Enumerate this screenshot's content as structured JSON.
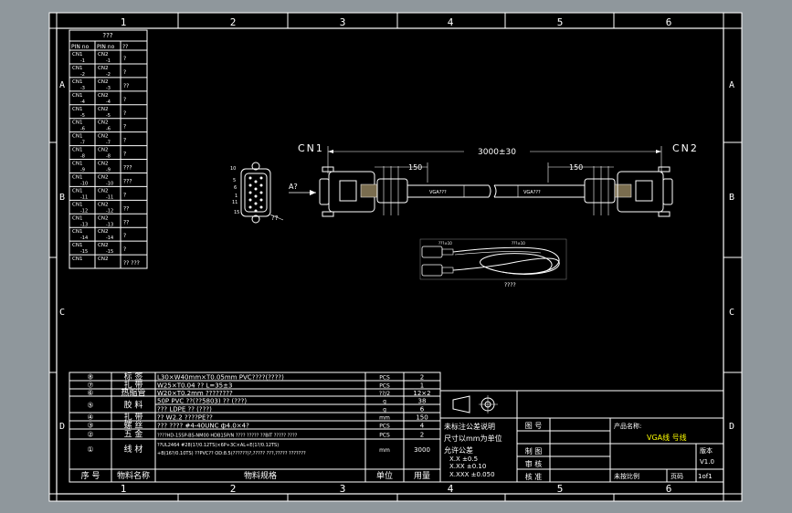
{
  "zone_labels": {
    "columns": [
      "1",
      "2",
      "3",
      "4",
      "5",
      "6"
    ],
    "rows": [
      "A",
      "B",
      "C",
      "D"
    ]
  },
  "pin_table": {
    "title": "???",
    "headers": [
      "PIN no",
      "PIN no",
      "??"
    ],
    "rows": [
      {
        "a": "CN1",
        "an": "-1",
        "b": "CN2",
        "bn": "-1",
        "c": "?"
      },
      {
        "a": "CN1",
        "an": "-2",
        "b": "CN2",
        "bn": "-2",
        "c": "?"
      },
      {
        "a": "CN1",
        "an": "-3",
        "b": "CN2",
        "bn": "-3",
        "c": "??"
      },
      {
        "a": "CN1",
        "an": "-4",
        "b": "CN2",
        "bn": "-4",
        "c": "?"
      },
      {
        "a": "CN1",
        "an": "-5",
        "b": "CN2",
        "bn": "-5",
        "c": "?"
      },
      {
        "a": "CN1",
        "an": "-6",
        "b": "CN2",
        "bn": "-6",
        "c": "?"
      },
      {
        "a": "CN1",
        "an": "-7",
        "b": "CN2",
        "bn": "-7",
        "c": "?"
      },
      {
        "a": "CN1",
        "an": "-8",
        "b": "CN2",
        "bn": "-8",
        "c": "?"
      },
      {
        "a": "CN1",
        "an": "-9",
        "b": "CN2",
        "bn": "-9",
        "c": "???"
      },
      {
        "a": "CN1",
        "an": "-10",
        "b": "CN2",
        "bn": "-10",
        "c": "???"
      },
      {
        "a": "CN1",
        "an": "-11",
        "b": "CN2",
        "bn": "-11",
        "c": "?"
      },
      {
        "a": "CN1",
        "an": "-12",
        "b": "CN2",
        "bn": "-12",
        "c": "??"
      },
      {
        "a": "CN1",
        "an": "-13",
        "b": "CN2",
        "bn": "-13",
        "c": "??"
      },
      {
        "a": "CN1",
        "an": "-14",
        "b": "CN2",
        "bn": "-14",
        "c": "?"
      },
      {
        "a": "CN1",
        "an": "-15",
        "b": "CN2",
        "bn": "-15",
        "c": "?"
      },
      {
        "a": "CN1",
        "an": "",
        "b": "CN2",
        "bn": "",
        "c": "??\n???"
      }
    ]
  },
  "connector_pins": {
    "p10": "10",
    "p5": "5",
    "p6": "6",
    "p1": "1",
    "p11": "11",
    "p15": "15",
    "note": "??"
  },
  "drawing": {
    "cn1": "CN1",
    "cn2": "CN2",
    "length_dim": "3000±30",
    "left_dim": "150",
    "right_dim": "150",
    "view_label": "A?",
    "cable_label_left": "VGA???",
    "cable_label_right": "VGA???",
    "coil_dim_left": "???±10",
    "coil_dim_right": "???±10",
    "coil_label": "????"
  },
  "bom": {
    "rows": [
      {
        "no": "⑧",
        "name": "标 签",
        "spec": "L30×W40mm×T0.05mm PVC????(????)",
        "unit": "PCS",
        "qty": "2"
      },
      {
        "no": "⑦",
        "name": "扎 带",
        "spec": "W25×T0.04 ?? L=35±3",
        "unit": "PCS",
        "qty": "1"
      },
      {
        "no": "⑥",
        "name": "热缩管",
        "spec": "W20×T0.2mm ????????",
        "unit": "??/2",
        "qty": "12×2"
      },
      {
        "no": "⑤",
        "name": "胶 料",
        "spec": "50P PVC ??(??5803) ?? (???)",
        "unit": "g",
        "qty": "38"
      },
      {
        "no": "",
        "name": "",
        "spec": "??? LDPE ?? (???)",
        "unit": "g",
        "qty": "6"
      },
      {
        "no": "④",
        "name": "扎 带",
        "spec": "?? W2.2 ????PE??",
        "unit": "mm",
        "qty": "150"
      },
      {
        "no": "③",
        "name": "螺 丝",
        "spec": "??? ???? #4-40UNC ф4.0×4?",
        "unit": "PCS",
        "qty": "4"
      },
      {
        "no": "②",
        "name": "五 金",
        "spec": "????HD-15SP-BS-NM00 HDB15P/N ???? ????? ??BIT ????? ????",
        "unit": "PCS",
        "qty": "2"
      },
      {
        "no": "①",
        "name": "线 材",
        "spec": "??UL2464 #28(1?/0.12TS)×6P+3C×AL+E(1?/0.12TS)\n+B(16?/0.10TS) ??PVC?? OD:8.5(??????)?,????? ???,????? ???????",
        "unit": "mm",
        "qty": "3000"
      }
    ],
    "header": {
      "no": "序 号",
      "name": "物料名称",
      "spec": "物料规格",
      "unit": "单位",
      "qty": "用量"
    }
  },
  "title_block": {
    "tolerance_title": "未标注公差说明",
    "tolerance_unit": "尺寸以mm为单位",
    "tolerance_header": "允许公差",
    "tol1": "X.X ±0.5",
    "tol2": "X.XX ±0.10",
    "tol3": "X.XXX ±0.050",
    "fields": [
      "图 号",
      "制 图",
      "审 核",
      "核 准"
    ],
    "product_label": "产品名称:",
    "product_name": "VGA线 号线",
    "version_label": "版本",
    "version": "V1.0",
    "scale_label": "未按比例",
    "page_label": "页码",
    "page_value": "1of1"
  }
}
